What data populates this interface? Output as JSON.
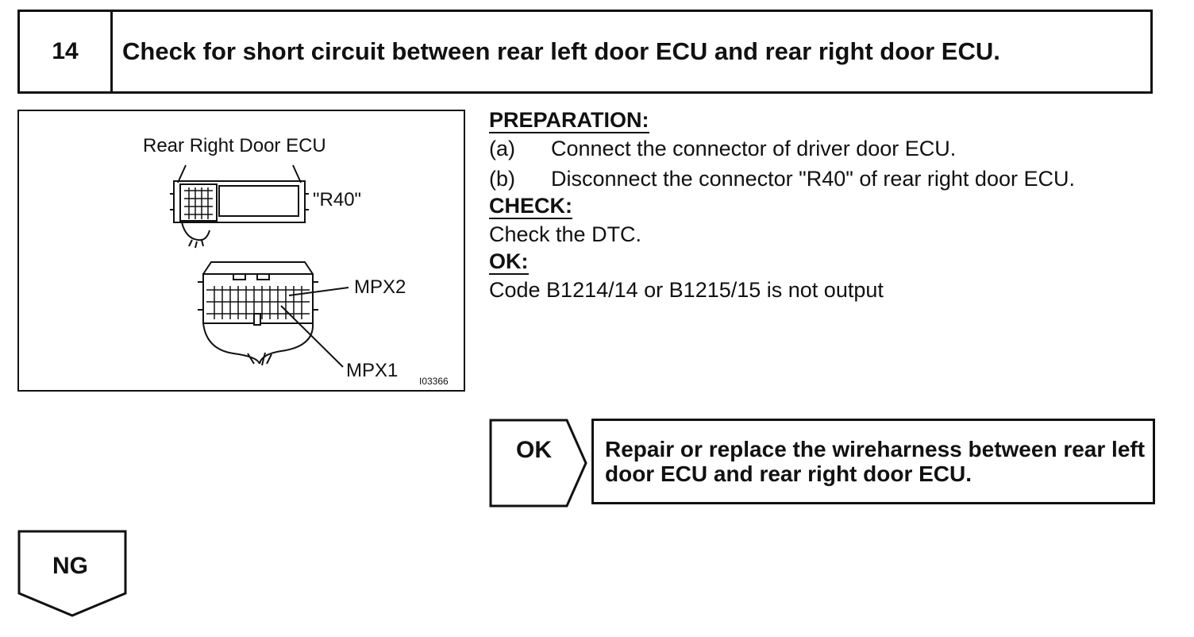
{
  "step": {
    "number": "14",
    "title": "Check for short circuit between rear left door ECU and rear right door ECU."
  },
  "figure": {
    "title": "Rear Right Door ECU",
    "connector_label": "\"R40\"",
    "pin_label_1": "MPX2",
    "pin_label_2": "MPX1",
    "figure_code": "I03366"
  },
  "preparation": {
    "heading": "PREPARATION:",
    "steps": [
      {
        "tag": "(a)",
        "text": "Connect the connector of driver door ECU."
      },
      {
        "tag": "(b)",
        "text": "Disconnect the connector \"R40\" of rear right door ECU."
      }
    ]
  },
  "check": {
    "heading": "CHECK:",
    "text": "Check the DTC."
  },
  "ok": {
    "heading": "OK:",
    "text": "Code B1214/14 or B1215/15 is not output"
  },
  "ok_branch": {
    "label": "OK",
    "result": "Repair or replace the wireharness between rear left door ECU and rear right door ECU."
  },
  "ng_branch": {
    "label": "NG"
  }
}
